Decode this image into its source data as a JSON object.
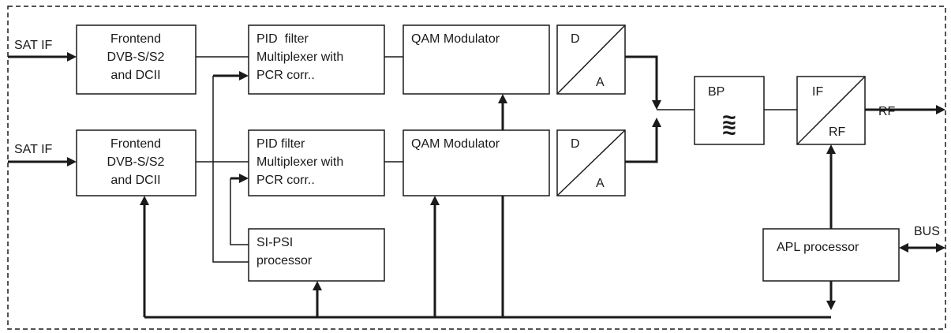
{
  "inputs": {
    "sat_if_top": "SAT IF",
    "sat_if_bottom": "SAT IF"
  },
  "frontend": {
    "line1": "Frontend",
    "line2": "DVB-S/S2",
    "line3": "and DCII"
  },
  "pid_top": {
    "line1": "PID  filter",
    "line2": "Multiplexer with",
    "line3": "PCR corr.."
  },
  "pid_bottom": {
    "line1": "PID filter",
    "line2": "Multiplexer with",
    "line3": "PCR corr.."
  },
  "qam": {
    "label": "QAM Modulator"
  },
  "dac": {
    "d": "D",
    "a": "A"
  },
  "si_psi": {
    "line1": "SI-PSI",
    "line2": "processor"
  },
  "bp": {
    "label": "BP",
    "symbol": "≈"
  },
  "converter": {
    "if": "IF",
    "rf": "RF"
  },
  "outputs": {
    "rf": "RF",
    "bus": "BUS"
  },
  "apl": {
    "label": "APL processor"
  }
}
